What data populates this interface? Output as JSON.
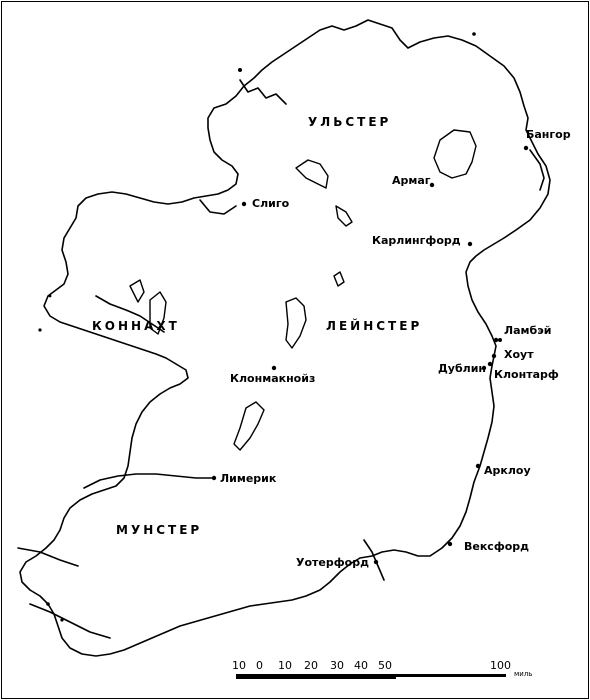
{
  "regions": {
    "ulster": "УЛЬСТЕР",
    "connacht": "КОННАХТ",
    "leinster": "ЛЕЙНСТЕР",
    "munster": "МУНСТЕР"
  },
  "towns": {
    "bangor": "Бангор",
    "armagh": "Армаг",
    "sligo": "Слиго",
    "carlingford": "Карлингфорд",
    "lambay": "Ламбэй",
    "howth": "Хоут",
    "dublin": "Дублин",
    "clontarf": "Клонтарф",
    "clonmacnoise": "Клонмакнойз",
    "limerick": "Лимерик",
    "arklow": "Арклоу",
    "wexford": "Вексфорд",
    "waterford": "Уотерфорд"
  },
  "scale": {
    "ticks": [
      "10",
      "0",
      "10",
      "20",
      "30",
      "40",
      "50"
    ],
    "end_value": "100",
    "unit": "миль"
  }
}
